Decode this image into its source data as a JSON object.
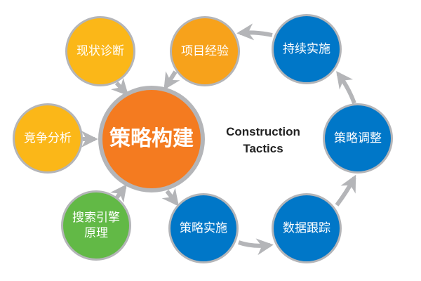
{
  "diagram": {
    "title_line1": "Construction",
    "title_line2": "Tactics",
    "colors": {
      "center": "#f47b20",
      "input_yellow": "#fbb718",
      "input_orange": "#f7a21b",
      "input_green": "#62b946",
      "cycle_blue": "#0077c8",
      "border": "#b4b5b8",
      "arrow": "#b4b5b8"
    },
    "center_node": {
      "label": "策略构建"
    },
    "input_nodes": [
      {
        "id": "status-diagnosis",
        "label": "现状诊断"
      },
      {
        "id": "project-experience",
        "label": "项目经验"
      },
      {
        "id": "competition-analysis",
        "label": "竞争分析"
      },
      {
        "id": "search-engine-principles",
        "label_line1": "搜索引擎",
        "label_line2": "原理"
      }
    ],
    "cycle_nodes": [
      {
        "id": "strategy-implementation",
        "label": "策略实施"
      },
      {
        "id": "data-tracking",
        "label": "数据跟踪"
      },
      {
        "id": "strategy-adjustment",
        "label": "策略调整"
      },
      {
        "id": "continuous-implementation",
        "label": "持续实施"
      }
    ]
  }
}
